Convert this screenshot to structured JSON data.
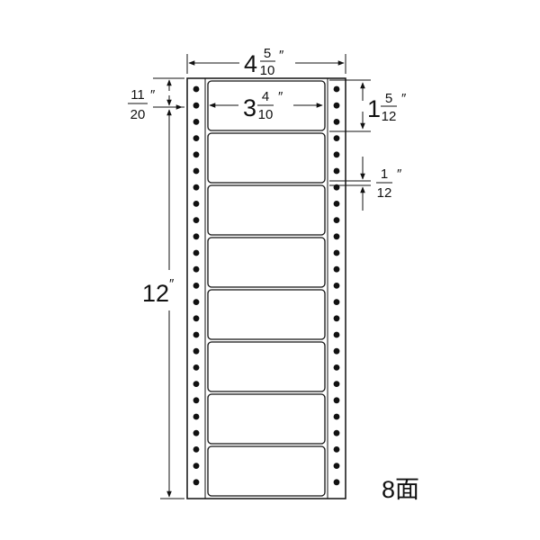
{
  "sheet": {
    "label_count": 8,
    "rows": 8,
    "columns": 1,
    "faces_text": "8面"
  },
  "dimensions": {
    "total_width": {
      "whole": "4",
      "num": "5",
      "den": "10",
      "unit": "″"
    },
    "label_width": {
      "whole": "3",
      "num": "4",
      "den": "10",
      "unit": "″"
    },
    "label_height": {
      "whole": "1",
      "num": "5",
      "den": "12",
      "unit": "″"
    },
    "label_gap": {
      "whole": "",
      "num": "1",
      "den": "12",
      "unit": "″"
    },
    "top_margin": {
      "whole": "",
      "num": "11",
      "den": "20",
      "unit": "″"
    },
    "sheet_height": {
      "whole": "12",
      "num": "",
      "den": "",
      "unit": "″"
    }
  },
  "colors": {
    "ink": "#111111",
    "background": "#ffffff"
  }
}
